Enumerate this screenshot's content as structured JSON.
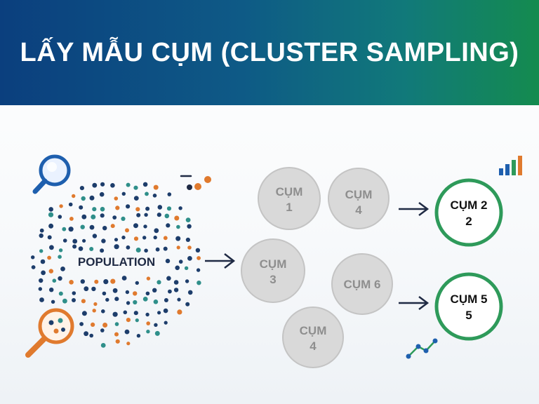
{
  "title": "LẤY MẪU CỤM (CLUSTER SAMPLING)",
  "population_label": "POPULATION",
  "clusters": [
    {
      "line1": "CỤM",
      "line2": "1"
    },
    {
      "line1": "CỤM",
      "line2": "4"
    },
    {
      "line1": "CỤM",
      "line2": "3"
    },
    {
      "line1": "CỤM 6",
      "line2": ""
    },
    {
      "line1": "CỤM",
      "line2": "4"
    }
  ],
  "selected": [
    {
      "line1": "CỤM 2",
      "line2": "2"
    },
    {
      "line1": "CỤM 5",
      "line2": "5"
    }
  ],
  "colors": {
    "banner_start": "#0b3f7e",
    "banner_end": "#148b4f",
    "dot_dark": "#1d3d6b",
    "dot_teal": "#2f8f8a",
    "dot_orange": "#e07a2e",
    "cluster_fill": "#d9d9d9",
    "selected_ring": "#2e9a5a",
    "arrow": "#1f2a44"
  },
  "icons": [
    "magnifier-blue-icon",
    "magnifier-orange-icon",
    "dots-cluster-icon",
    "bar-chart-icon",
    "line-chart-icon"
  ]
}
